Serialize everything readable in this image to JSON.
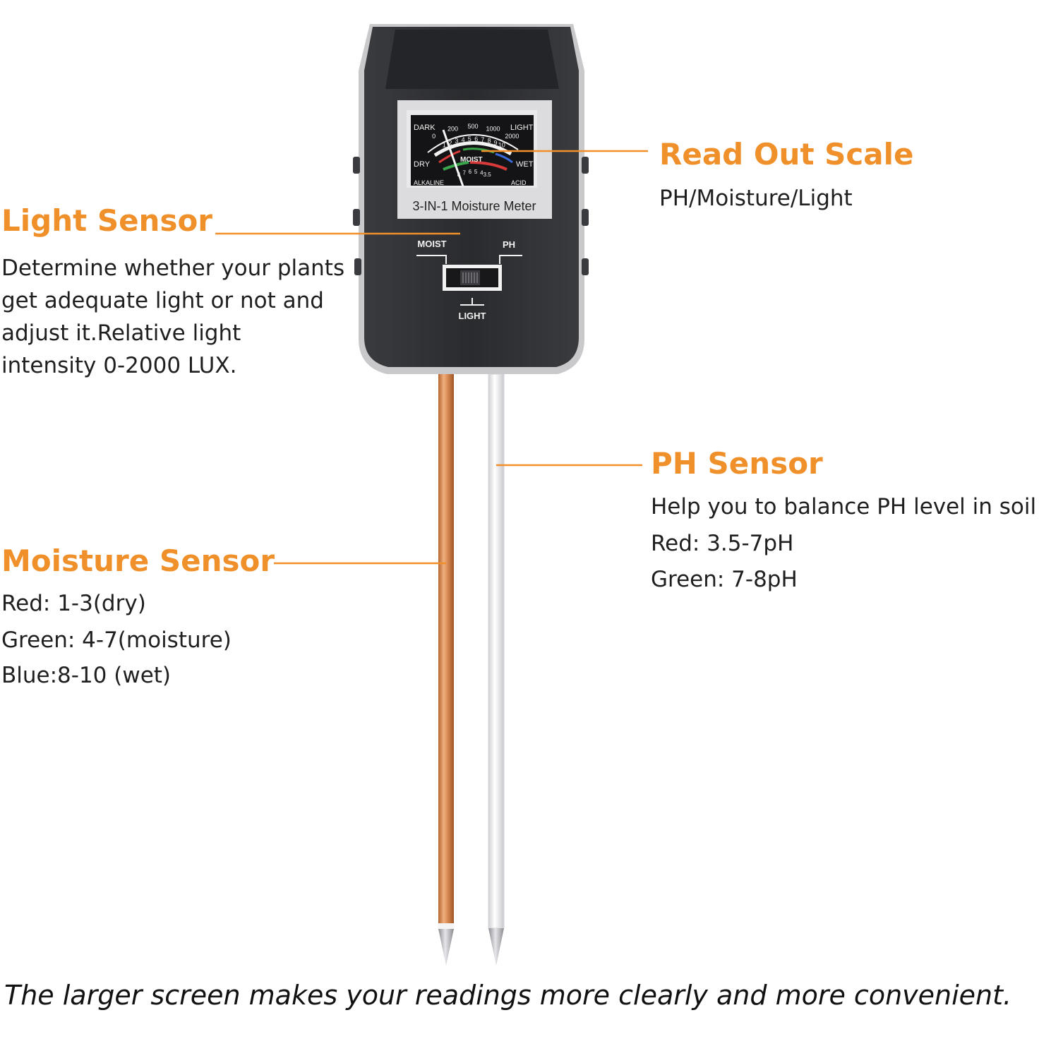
{
  "colors": {
    "accent": "#f0902a",
    "device_body": "#2c2d30",
    "copper_probe": "#d2874f",
    "aluminum_probe": "#e8e8ea"
  },
  "device": {
    "model_label": "3-IN-1 Moisture Meter",
    "dial": {
      "label_dark": "DARK",
      "label_light": "LIGHT",
      "label_dry": "DRY",
      "label_wet": "WET",
      "label_moist": "MOIST",
      "label_alkaline": "ALKALINE",
      "label_acid": "ACID",
      "light_ticks": [
        "0",
        "200",
        "500",
        "1000",
        "2000"
      ],
      "moist_ticks": [
        "1",
        "2",
        "3",
        "4",
        "5",
        "6",
        "7",
        "8",
        "9",
        "10"
      ],
      "ph_ticks": [
        "8",
        "7",
        "6",
        "5",
        "4",
        "3.5"
      ]
    },
    "switch": {
      "moist_label": "MOIST",
      "ph_label": "PH",
      "light_label": "LIGHT"
    }
  },
  "callouts": {
    "read_out": {
      "title": "Read Out Scale",
      "lines": [
        "PH/Moisture/Light"
      ]
    },
    "light_sensor": {
      "title": "Light Sensor",
      "lines": [
        "Determine whether your plants",
        "get adequate light or not and",
        "adjust it.Relative light",
        "intensity 0-2000 LUX."
      ]
    },
    "ph_sensor": {
      "title": "PH Sensor",
      "lines": [
        "Help you to balance PH level in soil",
        "Red: 3.5-7pH",
        "Green: 7-8pH"
      ]
    },
    "moisture_sensor": {
      "title": "Moisture Sensor",
      "lines": [
        "Red: 1-3(dry)",
        "Green: 4-7(moisture)",
        "Blue:8-10 (wet)"
      ]
    }
  },
  "caption": "The larger screen makes your readings more clearly and more convenient."
}
